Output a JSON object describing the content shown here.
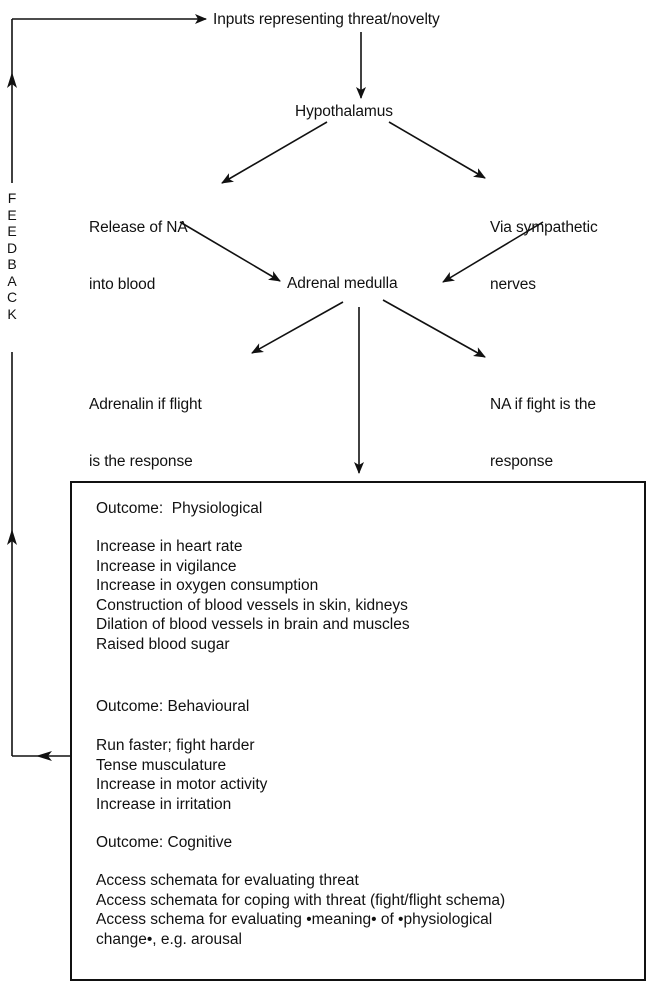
{
  "nodes": {
    "inputs": "Inputs representing threat/novelty",
    "hypothalamus": "Hypothalamus",
    "release_na": [
      "Release of NA",
      "into blood"
    ],
    "sympathetic": [
      "Via sympathetic",
      "nerves"
    ],
    "adrenal": "Adrenal medulla",
    "adrenalin": [
      "Adrenalin if flight",
      "is the response"
    ],
    "na_fight": [
      "NA if fight is the",
      "response"
    ]
  },
  "feedback_label": [
    "F",
    "E",
    "E",
    "D",
    "B",
    "A",
    "C",
    "K"
  ],
  "outcomes": [
    {
      "title": "Outcome:  Physiological",
      "items": [
        "Increase in heart rate",
        "Increase in vigilance",
        "Increase in oxygen consumption",
        "Construction of blood vessels in skin, kidneys",
        "Dilation of blood vessels in brain and muscles",
        "Raised blood sugar"
      ]
    },
    {
      "title": "Outcome: Behavioural",
      "items": [
        "Run faster; fight harder",
        "Tense musculature",
        "Increase in motor activity",
        "Increase in irritation"
      ]
    },
    {
      "title": "Outcome: Cognitive",
      "items": [
        "Access schemata for evaluating threat",
        "Access schemata for coping with threat (fight/flight schema)",
        "Access schema for evaluating •meaning• of •physiological",
        "change•, e.g. arousal"
      ]
    }
  ]
}
